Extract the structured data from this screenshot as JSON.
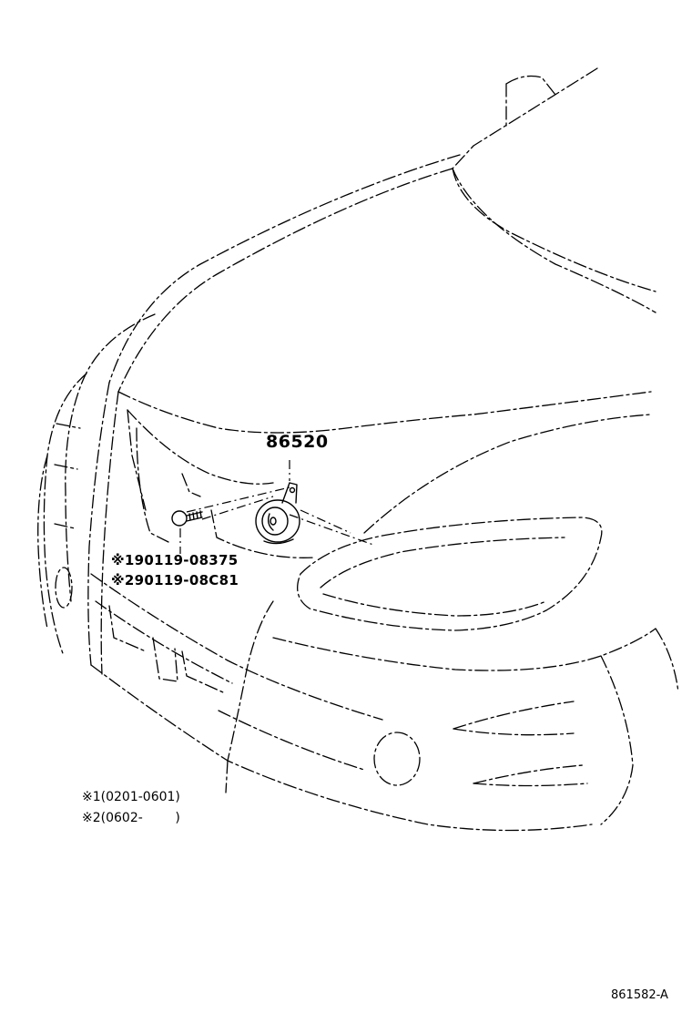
{
  "callouts": {
    "horn": "86520",
    "bolt_1": "※190119-08375",
    "bolt_2": "※290119-08C81"
  },
  "notes": {
    "note_1": "※1(0201-0601)",
    "note_2": "※2(0602-        )"
  },
  "illustration_ref": "861582-A",
  "icons": [
    "car-front-outline-icon",
    "horn-icon",
    "bolt-icon"
  ]
}
